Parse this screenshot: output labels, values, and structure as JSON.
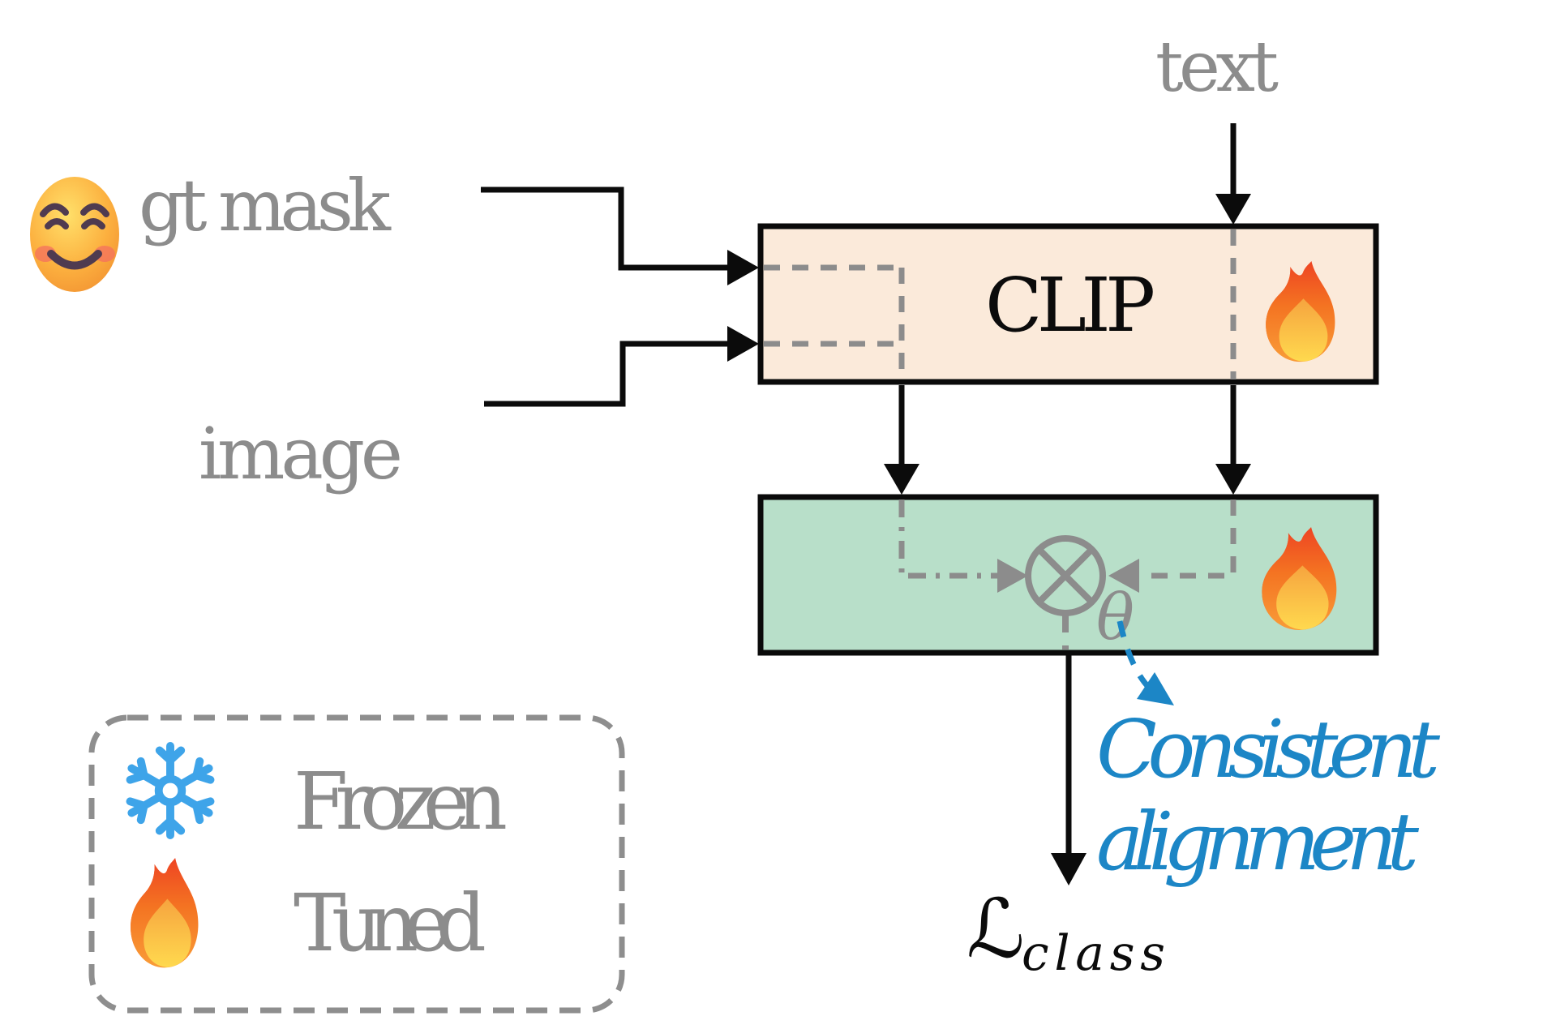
{
  "diagram": {
    "labels": {
      "text_input": "text",
      "gt_mask": "gt mask",
      "image": "image",
      "clip": "CLIP",
      "theta": "θ",
      "loss_symbol": "ℒ",
      "loss_subscript": "class",
      "annotation_line1": "Consistent",
      "annotation_line2": "alignment"
    },
    "legend": {
      "frozen": "Frozen",
      "tuned": "Tuned"
    },
    "icons": {
      "gt_mask_icon": "smiling-face-icon",
      "clip_status_icon": "fire-icon",
      "fusion_status_icon": "fire-icon",
      "frozen_icon": "snowflake-icon",
      "tuned_icon": "fire-icon",
      "fusion_operator": "tensor-product-icon"
    },
    "colors": {
      "clip_fill": "#fbeada",
      "fusion_fill": "#b8dfc9",
      "line_black": "#0b0b0b",
      "gray": "#8c8c8c",
      "blue": "#1c86c6",
      "snowflake_blue": "#3ea4e9"
    }
  }
}
